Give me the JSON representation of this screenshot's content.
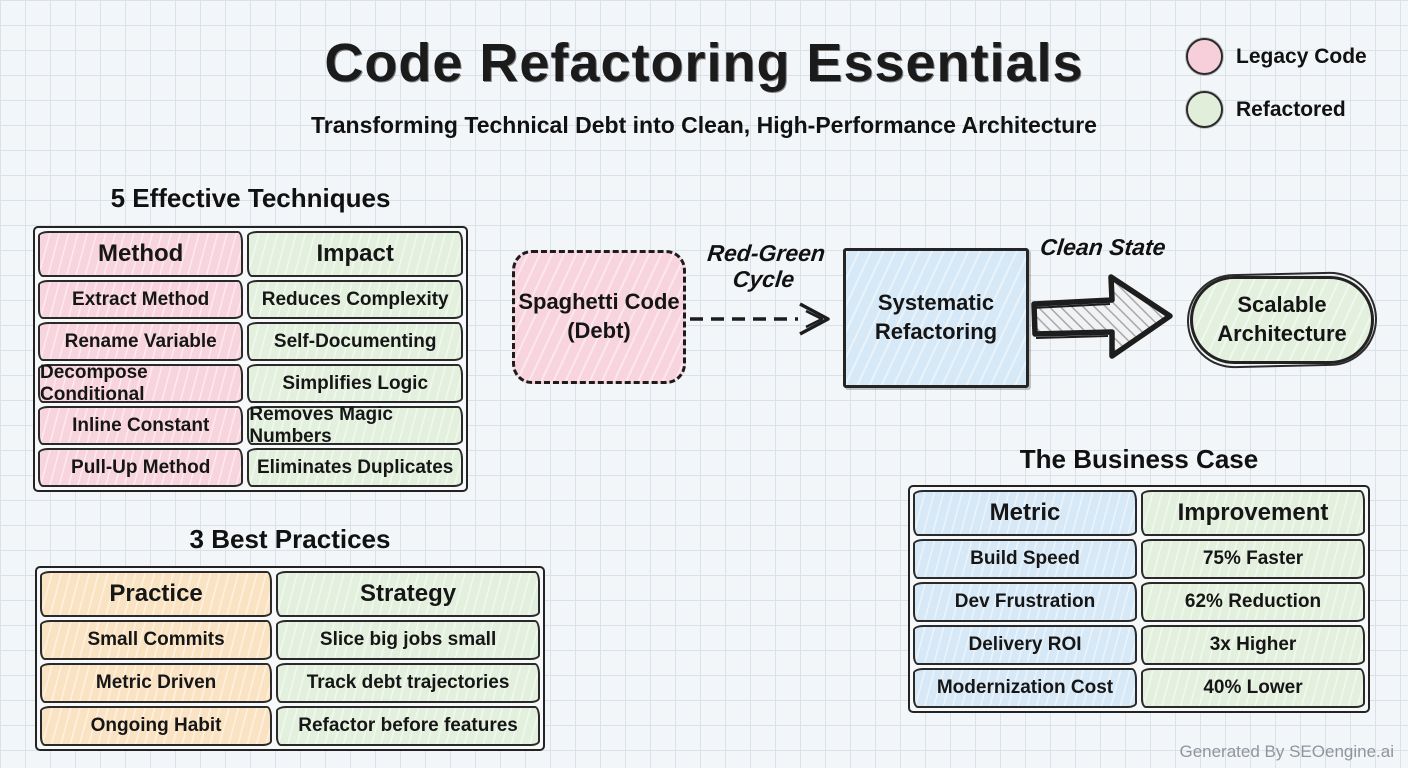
{
  "title": "Code Refactoring Essentials",
  "subtitle": "Transforming Technical Debt into Clean, High-Performance Architecture",
  "legend": {
    "items": [
      {
        "label": "Legacy Code",
        "color": "#f6cfda"
      },
      {
        "label": "Refactored",
        "color": "#e0eeda"
      }
    ]
  },
  "techniques": {
    "heading": "5 Effective Techniques",
    "columns": [
      "Method",
      "Impact"
    ],
    "rows": [
      [
        "Extract Method",
        "Reduces Complexity"
      ],
      [
        "Rename Variable",
        "Self-Documenting"
      ],
      [
        "Decompose Conditional",
        "Simplifies Logic"
      ],
      [
        "Inline Constant",
        "Removes Magic Numbers"
      ],
      [
        "Pull-Up Method",
        "Eliminates Duplicates"
      ]
    ]
  },
  "flow": {
    "start_line1": "Spaghetti Code",
    "start_line2": "(Debt)",
    "arrow1_label_line1": "Red-Green",
    "arrow1_label_line2": "Cycle",
    "middle_line1": "Systematic",
    "middle_line2": "Refactoring",
    "arrow2_label": "Clean State",
    "end_line1": "Scalable",
    "end_line2": "Architecture"
  },
  "practices": {
    "heading": "3 Best Practices",
    "columns": [
      "Practice",
      "Strategy"
    ],
    "rows": [
      [
        "Small Commits",
        "Slice big jobs small"
      ],
      [
        "Metric Driven",
        "Track debt trajectories"
      ],
      [
        "Ongoing Habit",
        "Refactor before features"
      ]
    ]
  },
  "business": {
    "heading": "The Business Case",
    "columns": [
      "Metric",
      "Improvement"
    ],
    "rows": [
      [
        "Build Speed",
        "75% Faster"
      ],
      [
        "Dev Frustration",
        "62% Reduction"
      ],
      [
        "Delivery ROI",
        "3x Higher"
      ],
      [
        "Modernization Cost",
        "40% Lower"
      ]
    ]
  },
  "footer": "Generated By SEOengine.ai",
  "colors": {
    "legacy_pink": "#f8d4df",
    "refactored_green": "#e3f0de",
    "process_blue": "#d7e9f7",
    "practice_tan": "#fae3c2",
    "ink": "#232323",
    "background": "#f3f6f8"
  }
}
